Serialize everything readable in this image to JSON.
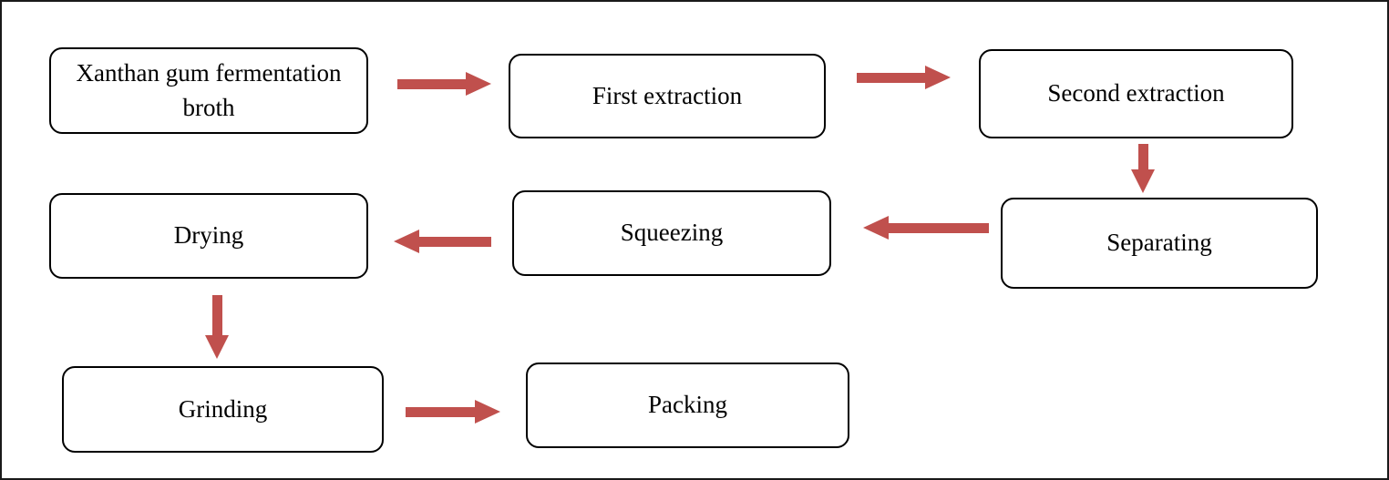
{
  "diagram": {
    "type": "flowchart",
    "background_color": "#ffffff",
    "box_border_color": "#000000",
    "arrow_color": "#c0504d",
    "nodes": {
      "broth": {
        "label": "Xanthan gum fermentation broth"
      },
      "first_extraction": {
        "label": "First extraction"
      },
      "second_extraction": {
        "label": "Second extraction"
      },
      "separating": {
        "label": "Separating"
      },
      "squeezing": {
        "label": "Squeezing"
      },
      "drying": {
        "label": "Drying"
      },
      "grinding": {
        "label": "Grinding"
      },
      "packing": {
        "label": "Packing"
      }
    },
    "edges": [
      {
        "from": "broth",
        "to": "first_extraction",
        "direction": "right"
      },
      {
        "from": "first_extraction",
        "to": "second_extraction",
        "direction": "right"
      },
      {
        "from": "second_extraction",
        "to": "separating",
        "direction": "down"
      },
      {
        "from": "separating",
        "to": "squeezing",
        "direction": "left"
      },
      {
        "from": "squeezing",
        "to": "drying",
        "direction": "left"
      },
      {
        "from": "drying",
        "to": "grinding",
        "direction": "down"
      },
      {
        "from": "grinding",
        "to": "packing",
        "direction": "right"
      }
    ]
  }
}
